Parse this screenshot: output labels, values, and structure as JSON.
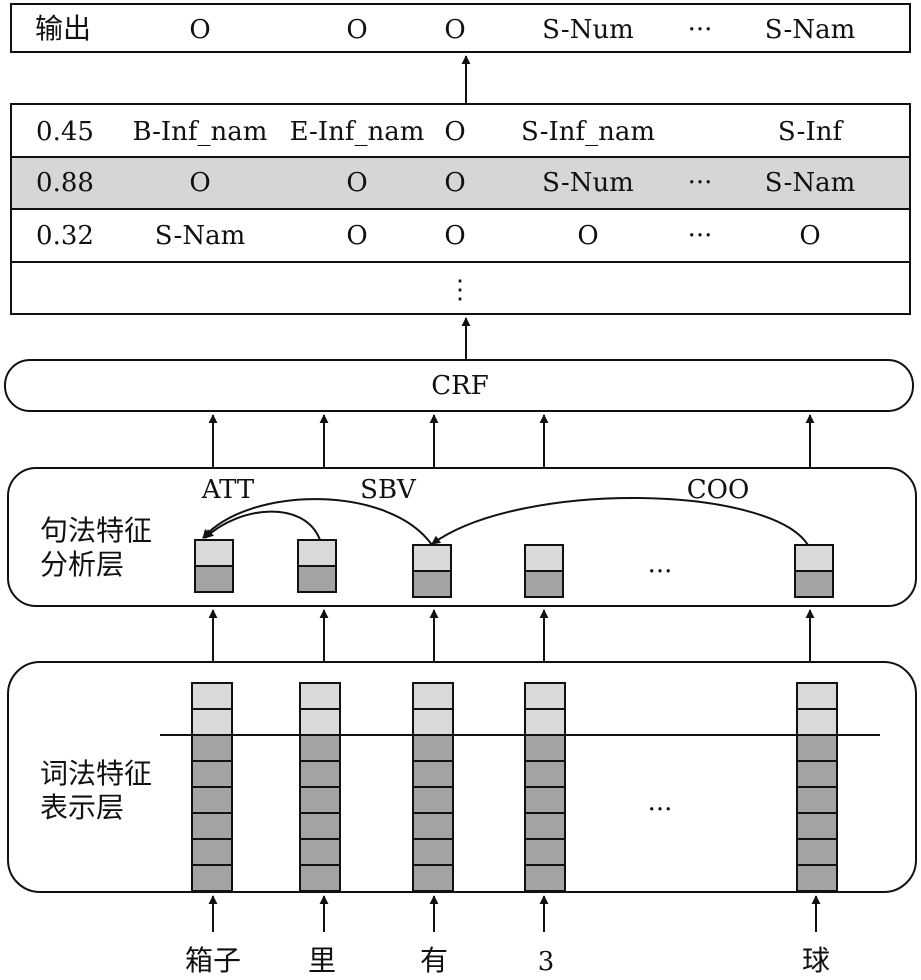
{
  "output_row": {
    "label": "输出",
    "tags": [
      "O",
      "O",
      "O",
      "S-Num",
      "···",
      "S-Nam"
    ]
  },
  "candidate_rows": [
    {
      "score": "0.45",
      "tags": [
        "B-Inf_nam",
        "E-Inf_nam",
        "O",
        "S-Inf_nam",
        "",
        "S-Inf"
      ],
      "highlighted": false
    },
    {
      "score": "0.88",
      "tags": [
        "O",
        "O",
        "O",
        "S-Num",
        "···",
        "S-Nam"
      ],
      "highlighted": true
    },
    {
      "score": "0.32",
      "tags": [
        "S-Nam",
        "O",
        "O",
        "O",
        "···",
        "O"
      ],
      "highlighted": false
    }
  ],
  "candidate_more": "⋮",
  "crf_label": "CRF",
  "syntax_layer": {
    "label_line1": "句法特征",
    "label_line2": "分析层",
    "relations": [
      "ATT",
      "SBV",
      "COO"
    ],
    "ellipsis": "···"
  },
  "lexical_layer": {
    "label_line1": "词法特征",
    "label_line2": "表示层",
    "ellipsis": "···"
  },
  "tokens": [
    "箱子",
    "里",
    "有",
    "3",
    "球"
  ],
  "colors": {
    "highlight": "#d6d6d6",
    "light_cell": "#d9d9d9",
    "dark_cell": "#a3a3a3"
  }
}
